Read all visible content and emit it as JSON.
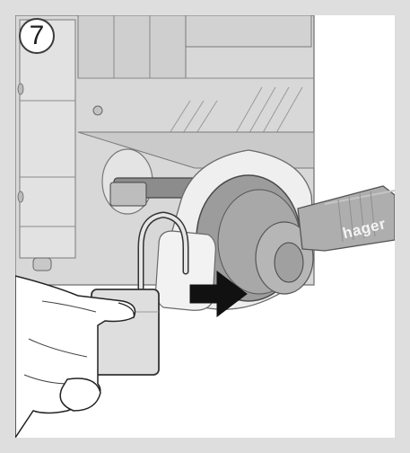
{
  "step": {
    "number": "7"
  },
  "brand": {
    "label": "hager"
  },
  "colors": {
    "frame": "#dedede",
    "device_body": "#d6d6d6",
    "knob": "#9b9b9b",
    "handle": "#a9a9a9",
    "padlock": "#dcdcdc",
    "arrow": "#111111",
    "outline": "#3a3a3a"
  },
  "icons": [
    "step-number-badge",
    "switch-disconnector",
    "rotary-handle",
    "padlock",
    "hand",
    "push-arrow"
  ]
}
